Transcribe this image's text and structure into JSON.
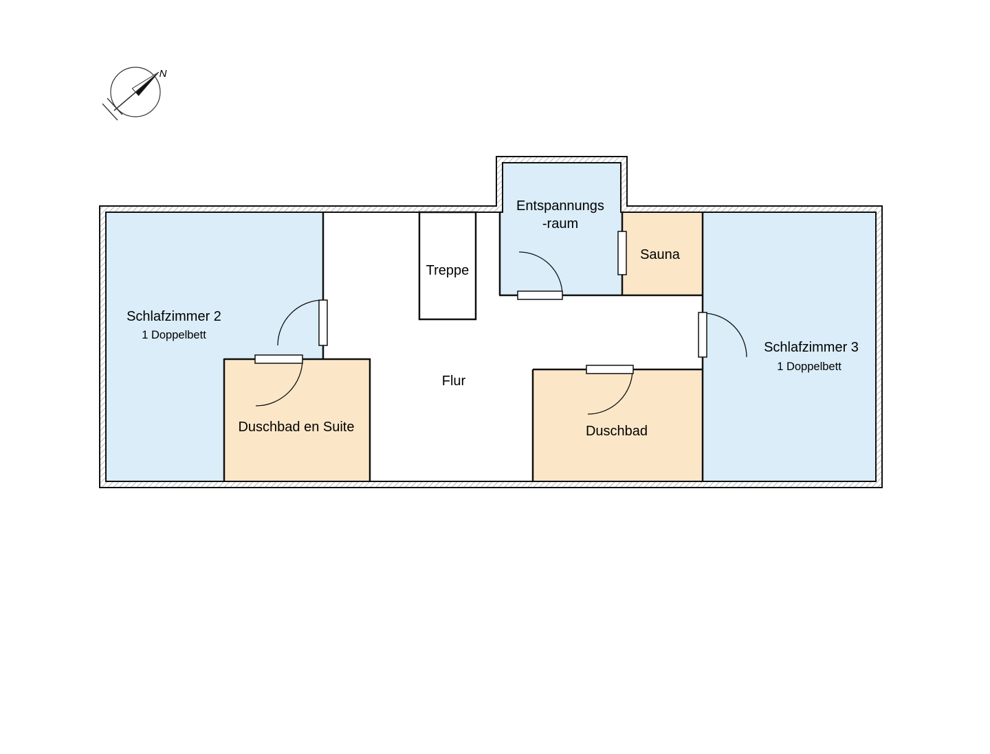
{
  "compass": {
    "north_label": "N"
  },
  "palette": {
    "room_blue": "#daedf8",
    "room_cream": "#fbe7c8",
    "wall_line": "#0f0f0f",
    "hatch_line": "#9b9b9b",
    "text": "#000000"
  },
  "rooms": {
    "schlafzimmer2": {
      "label": "Schlafzimmer 2",
      "sublabel": "1 Doppelbett"
    },
    "duschbad_en_suite": {
      "label": "Duschbad en Suite"
    },
    "treppe": {
      "label": "Treppe"
    },
    "flur": {
      "label": "Flur"
    },
    "entspannungsraum": {
      "label_line1": "Entspannungs",
      "label_line2": "-raum"
    },
    "sauna": {
      "label": "Sauna"
    },
    "duschbad": {
      "label": "Duschbad"
    },
    "schlafzimmer3": {
      "label": "Schlafzimmer 3",
      "sublabel": "1 Doppelbett"
    }
  }
}
